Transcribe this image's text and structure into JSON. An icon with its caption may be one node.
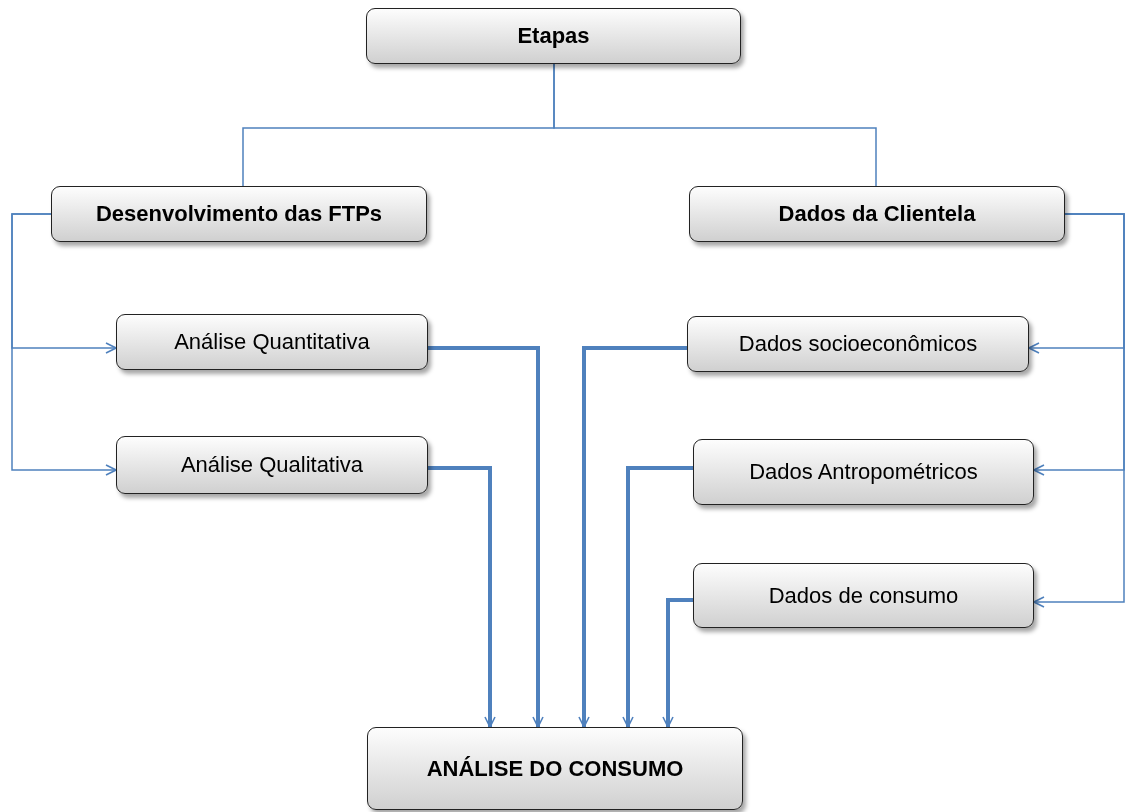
{
  "diagram": {
    "nodes": [
      {
        "text": [
          "Etapas"
        ]
      },
      {
        "text": [
          "Desenvolvimento das FTPs"
        ]
      },
      {
        "text": [
          "Dados da Clientela"
        ]
      },
      {
        "text": [
          "Análise Quantitativa"
        ]
      },
      {
        "text": [
          "Análise Qualitativa"
        ]
      },
      {
        "text": [
          "Dados socioeconômicos"
        ]
      },
      {
        "text": [
          "Dados Antropométricos"
        ]
      },
      {
        "text": [
          "Dados de consumo"
        ]
      },
      {
        "text": [
          "ANÁLISE DO CONSUMO"
        ]
      }
    ],
    "edges": [
      {
        "from": 0,
        "to": 1,
        "arrow": "none"
      },
      {
        "from": 0,
        "to": 2,
        "arrow": "none"
      },
      {
        "from": 1,
        "to": 3,
        "arrow": "to"
      },
      {
        "from": 1,
        "to": 4,
        "arrow": "to"
      },
      {
        "from": 2,
        "to": 5,
        "arrow": "to"
      },
      {
        "from": 2,
        "to": 6,
        "arrow": "to"
      },
      {
        "from": 2,
        "to": 7,
        "arrow": "to"
      },
      {
        "from": 3,
        "to": 8,
        "arrow": "to",
        "style": "thick"
      },
      {
        "from": 4,
        "to": 8,
        "arrow": "to",
        "style": "thick"
      },
      {
        "from": 5,
        "to": 8,
        "arrow": "to",
        "style": "thick"
      },
      {
        "from": 6,
        "to": 8,
        "arrow": "to",
        "style": "thick"
      },
      {
        "from": 7,
        "to": 8,
        "arrow": "to",
        "style": "thick"
      }
    ]
  }
}
